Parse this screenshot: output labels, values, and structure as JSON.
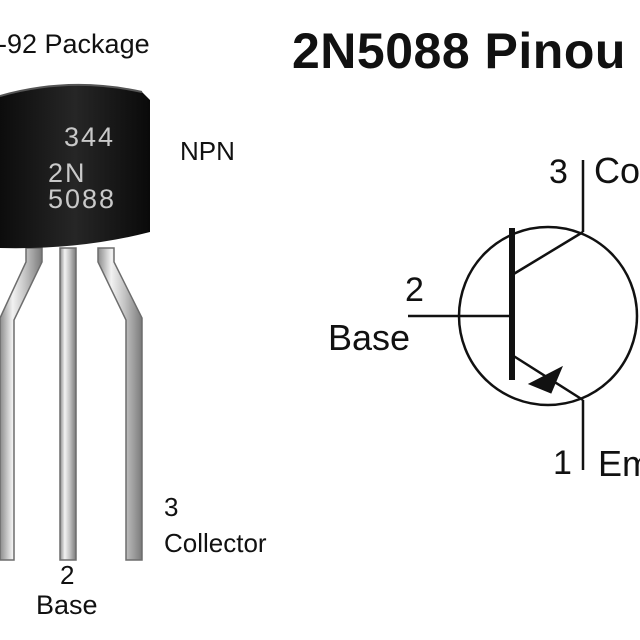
{
  "title": "2N5088 Pinou",
  "package_label": "-92 Package",
  "type_label": "NPN",
  "body_marking": {
    "line1": "344",
    "line2": "2N",
    "line3": "5088"
  },
  "package_pins": {
    "pin2": {
      "number": "2",
      "name": "Base"
    },
    "pin3": {
      "number": "3",
      "name": "Collector"
    }
  },
  "symbol": {
    "collector": {
      "number": "3",
      "name": "Co"
    },
    "base": {
      "number": "2",
      "name": "Base"
    },
    "emitter": {
      "number": "1",
      "name": "Em"
    }
  }
}
